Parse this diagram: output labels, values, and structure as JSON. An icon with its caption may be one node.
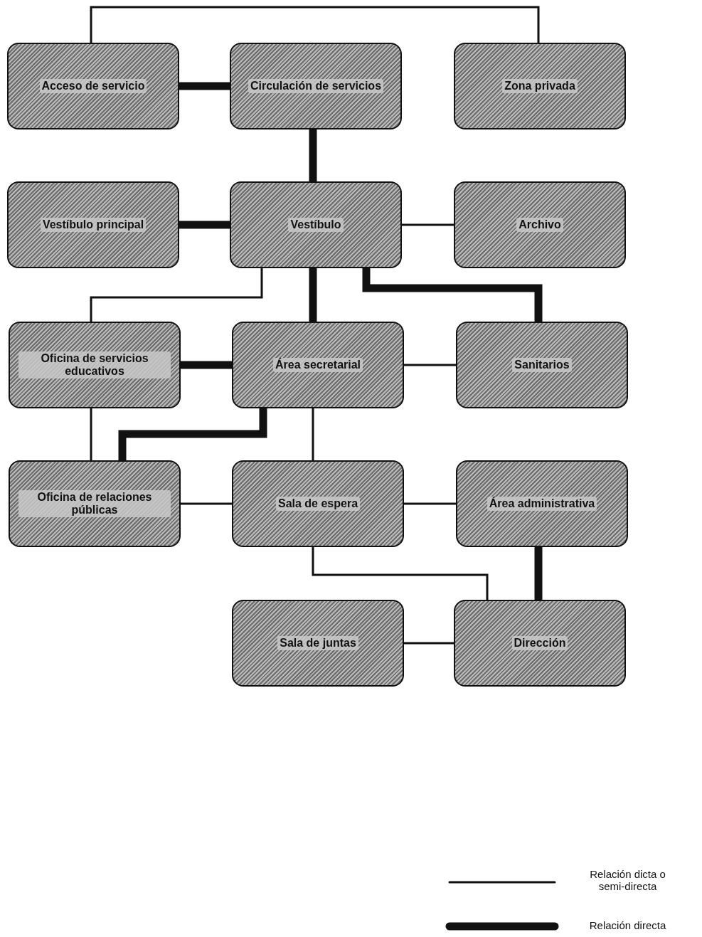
{
  "diagram": {
    "nodes": [
      {
        "text": [
          "Acceso de servicio"
        ]
      },
      {
        "text": [
          "Circulación de servicios"
        ]
      },
      {
        "text": [
          "Zona privada"
        ]
      },
      {
        "text": [
          "Vestíbulo principal"
        ]
      },
      {
        "text": [
          "Vestíbulo"
        ]
      },
      {
        "text": [
          "Archivo"
        ]
      },
      {
        "text": [
          "Oficina de servicios educativos"
        ]
      },
      {
        "text": [
          "Área secretarial"
        ]
      },
      {
        "text": [
          "Sanitarios"
        ]
      },
      {
        "text": [
          "Oficina de relaciones públicas"
        ]
      },
      {
        "text": [
          "Sala de espera"
        ]
      },
      {
        "text": [
          "Área administrativa"
        ]
      },
      {
        "text": [
          "Sala de juntas"
        ]
      },
      {
        "text": [
          "Dirección"
        ]
      }
    ],
    "edges": [
      {
        "from": 0,
        "to": 2,
        "arrow": "none"
      },
      {
        "from": 0,
        "to": 1,
        "arrow": "none",
        "style": "thick"
      },
      {
        "from": 1,
        "to": 4,
        "arrow": "none",
        "style": "thick"
      },
      {
        "from": 3,
        "to": 4,
        "arrow": "none",
        "style": "thick"
      },
      {
        "from": 4,
        "to": 5,
        "arrow": "none"
      },
      {
        "from": 4,
        "to": 6,
        "arrow": "none"
      },
      {
        "from": 4,
        "to": 7,
        "arrow": "none",
        "style": "thick"
      },
      {
        "from": 4,
        "to": 8,
        "arrow": "none",
        "style": "thick"
      },
      {
        "from": 6,
        "to": 7,
        "arrow": "none",
        "style": "thick"
      },
      {
        "from": 7,
        "to": 8,
        "arrow": "none"
      },
      {
        "from": 6,
        "to": 9,
        "arrow": "none"
      },
      {
        "from": 7,
        "to": 9,
        "arrow": "none",
        "style": "thick"
      },
      {
        "from": 7,
        "to": 10,
        "arrow": "none"
      },
      {
        "from": 9,
        "to": 10,
        "arrow": "none"
      },
      {
        "from": 10,
        "to": 11,
        "arrow": "none"
      },
      {
        "from": 10,
        "to": 13,
        "arrow": "none"
      },
      {
        "from": 11,
        "to": 13,
        "arrow": "none",
        "style": "thick"
      },
      {
        "from": 12,
        "to": 13,
        "arrow": "none"
      }
    ],
    "legend": [
      {
        "text": "Relación dicta o semi-directa"
      },
      {
        "text": "Relación directa"
      }
    ]
  }
}
